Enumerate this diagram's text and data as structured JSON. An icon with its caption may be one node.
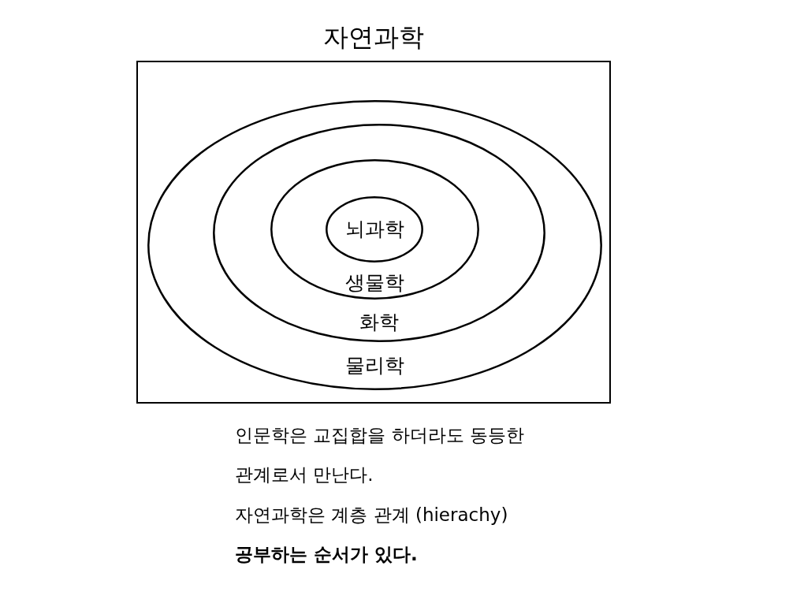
{
  "diagram": {
    "nodes": [
      {
        "text": [
          "자연과학"
        ]
      },
      {
        "text": [
          "물리학"
        ],
        "in": 0
      },
      {
        "text": [
          "화학"
        ],
        "in": 1
      },
      {
        "text": [
          "생물학"
        ],
        "in": 2
      },
      {
        "text": [
          "뇌과학"
        ],
        "in": 3
      }
    ],
    "labels": [
      "인문학은 교집합을 하더라도 동등한 관계로서 만난다.",
      "자연과학은 계층 관계 (hierachy)",
      "공부하는 순서가 있다."
    ]
  }
}
